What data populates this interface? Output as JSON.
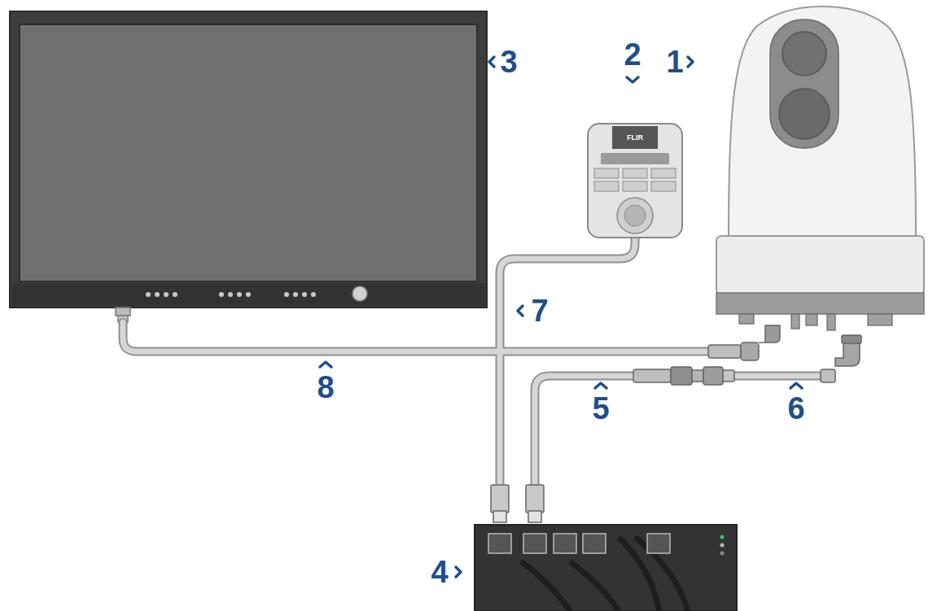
{
  "diagram": {
    "labels": [
      "3",
      "2",
      "1",
      "7",
      "8",
      "5",
      "6",
      "4",
      "FLIR"
    ]
  }
}
